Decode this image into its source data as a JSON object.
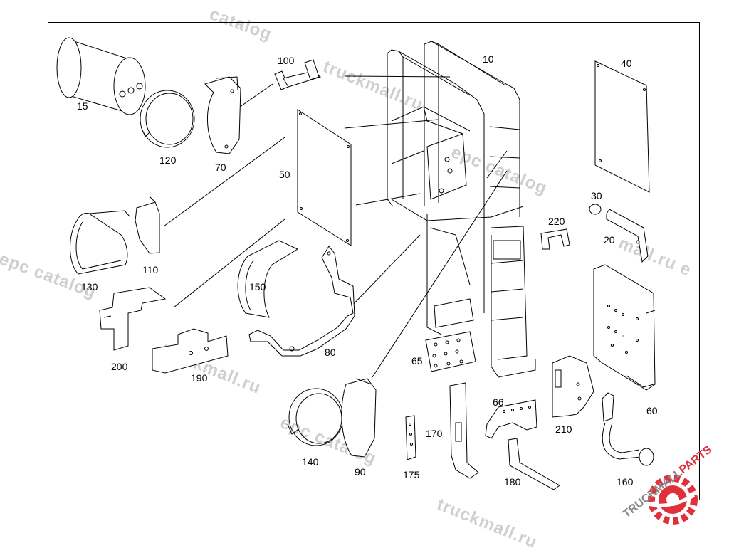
{
  "diagram": {
    "part_numbers": {
      "p10": "10",
      "p15": "15",
      "p20": "20",
      "p30": "30",
      "p40": "40",
      "p50": "50",
      "p60": "60",
      "p65": "65",
      "p66": "66",
      "p70": "70",
      "p80": "80",
      "p90": "90",
      "p100": "100",
      "p110": "110",
      "p120": "120",
      "p130": "130",
      "p140": "140",
      "p150": "150",
      "p160": "160",
      "p170": "170",
      "p175": "175",
      "p180": "180",
      "p190": "190",
      "p200": "200",
      "p210": "210",
      "p220": "220"
    }
  },
  "watermark": {
    "catalog": "catalog",
    "truckmall": "truckmall.ru",
    "epc": "epc catalog",
    "epc_partial": "l epc catalog",
    "ru_e": "mall.ru e"
  },
  "logo": {
    "brand_light": "TRUCKMALL",
    "brand_accent": "PARTS",
    "accent_color": "#e0303c",
    "text_color": "#8a8a8a"
  }
}
